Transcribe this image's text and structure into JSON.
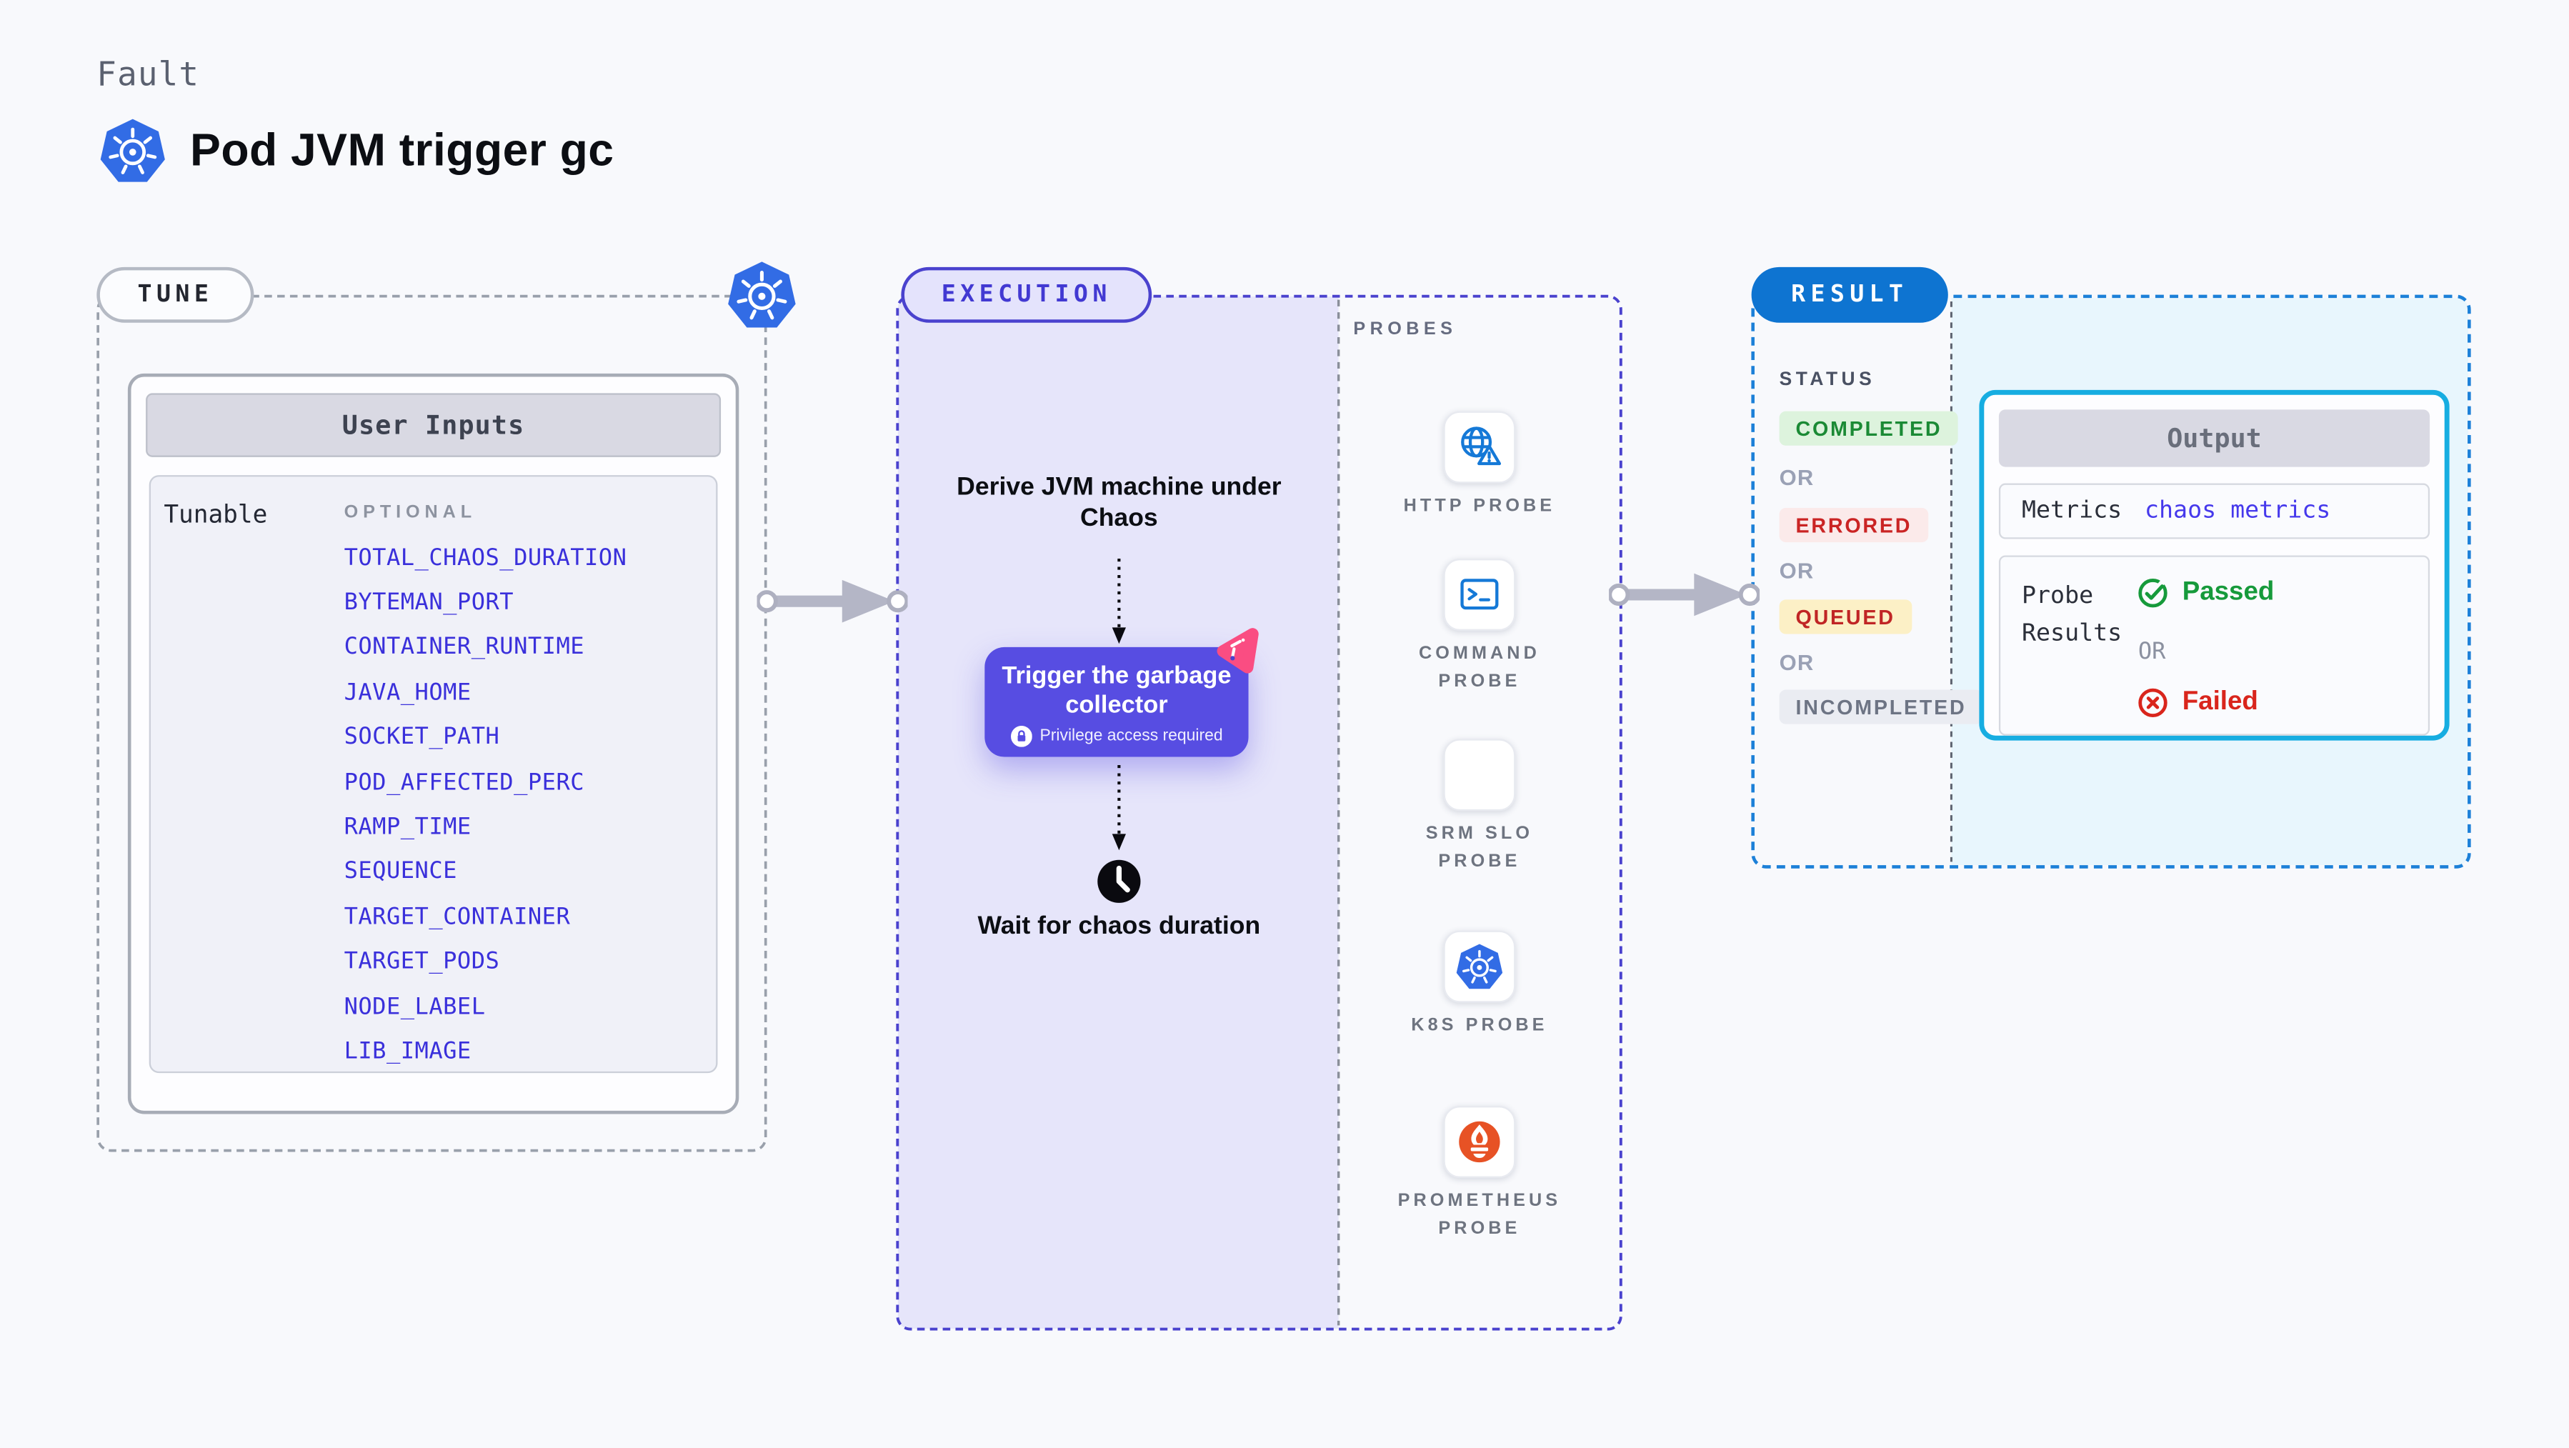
{
  "page": {
    "kicker": "Fault",
    "title": "Pod JVM trigger gc"
  },
  "tune": {
    "label": "TUNE",
    "card_title": "User Inputs",
    "row_label": "Tunable",
    "col_label": "OPTIONAL",
    "env_vars": [
      "TOTAL_CHAOS_DURATION",
      "BYTEMAN_PORT",
      "CONTAINER_RUNTIME",
      "JAVA_HOME",
      "SOCKET_PATH",
      "POD_AFFECTED_PERC",
      "RAMP_TIME",
      "SEQUENCE",
      "TARGET_CONTAINER",
      "TARGET_PODS",
      "NODE_LABEL",
      "LIB_IMAGE"
    ]
  },
  "execution": {
    "label": "EXECUTION",
    "step_derive": "Derive JVM machine under Chaos",
    "action": {
      "title": "Trigger the garbage collector",
      "note": "Privilege access required"
    },
    "step_wait": "Wait for chaos duration"
  },
  "probes": {
    "label": "PROBES",
    "items": [
      {
        "label": "HTTP PROBE",
        "icon": "globe-alert-icon"
      },
      {
        "label": "COMMAND PROBE",
        "icon": "terminal-icon"
      },
      {
        "label": "SRM SLO PROBE",
        "icon": "slo-check-icon"
      },
      {
        "label": "K8S PROBE",
        "icon": "kubernetes-icon"
      },
      {
        "label": "PROMETHEUS PROBE",
        "icon": "prometheus-icon"
      }
    ]
  },
  "result": {
    "label": "RESULT",
    "status_label": "STATUS",
    "or_label": "OR",
    "statuses": [
      {
        "label": "COMPLETED",
        "fg": "#1b8a35",
        "bg": "#ddf3dd"
      },
      {
        "label": "ERRORED",
        "fg": "#ca2424",
        "bg": "#fbeaea"
      },
      {
        "label": "QUEUED",
        "fg": "#c02525",
        "bg": "#fcf0c6"
      },
      {
        "label": "INCOMPLETED",
        "fg": "#6d7484",
        "bg": "#eaecf2"
      }
    ],
    "output": {
      "title": "Output",
      "metrics_label": "Metrics",
      "metrics_value": "chaos metrics",
      "probe_results_label": "Probe\nResults",
      "passed": "Passed",
      "or_label": "OR",
      "failed": "Failed"
    }
  },
  "colors": {
    "kubernetes_blue": "#326ce5",
    "execution_purple": "#e6e5fa",
    "execution_border": "#4a42ce",
    "action_button": "#574de2",
    "chaos_mark_pink": "#fa4d82",
    "result_border": "#1c80d8",
    "output_border": "#17ade1",
    "output_panel": "#e8f6fd",
    "env_var_text": "#3a30db",
    "probe_icon_blue": "#1579d7",
    "passed_green": "#169a3b",
    "failed_red": "#d9251c",
    "arrow_gray": "#b4b6c6"
  }
}
